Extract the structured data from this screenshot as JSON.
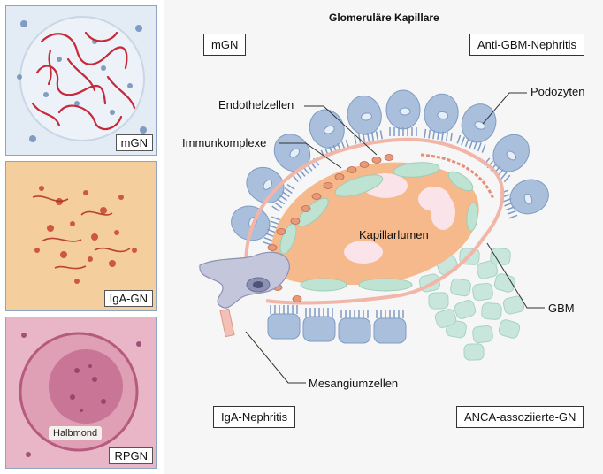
{
  "title": "Glomeruläre Kapillare",
  "panels": [
    {
      "label": "mGN"
    },
    {
      "label": "IgA-GN"
    },
    {
      "label": "RPGN",
      "inset": "Halbmond"
    }
  ],
  "disease_boxes": {
    "top_left": "mGN",
    "top_right": "Anti-GBM-Nephritis",
    "bottom_left": "IgA-Nephritis",
    "bottom_right": "ANCA-assoziierte-GN"
  },
  "labels": {
    "endothel": "Endothelzellen",
    "immun": "Immunkomplexe",
    "podozyten": "Podozyten",
    "lumen": "Kapillarlumen",
    "gbm": "GBM",
    "mesangium": "Mesangiumzellen"
  },
  "colors": {
    "podocyte": "#a9bfdc",
    "endothel": "#bfe3d3",
    "lumen": "#f6b98c",
    "immunkomplex": "#e69a7a",
    "gbm_line": "#f2b6a8",
    "mesangial": "#c4c6dc",
    "anca": "#c8e6dc",
    "frame": "#8ea4c4"
  }
}
